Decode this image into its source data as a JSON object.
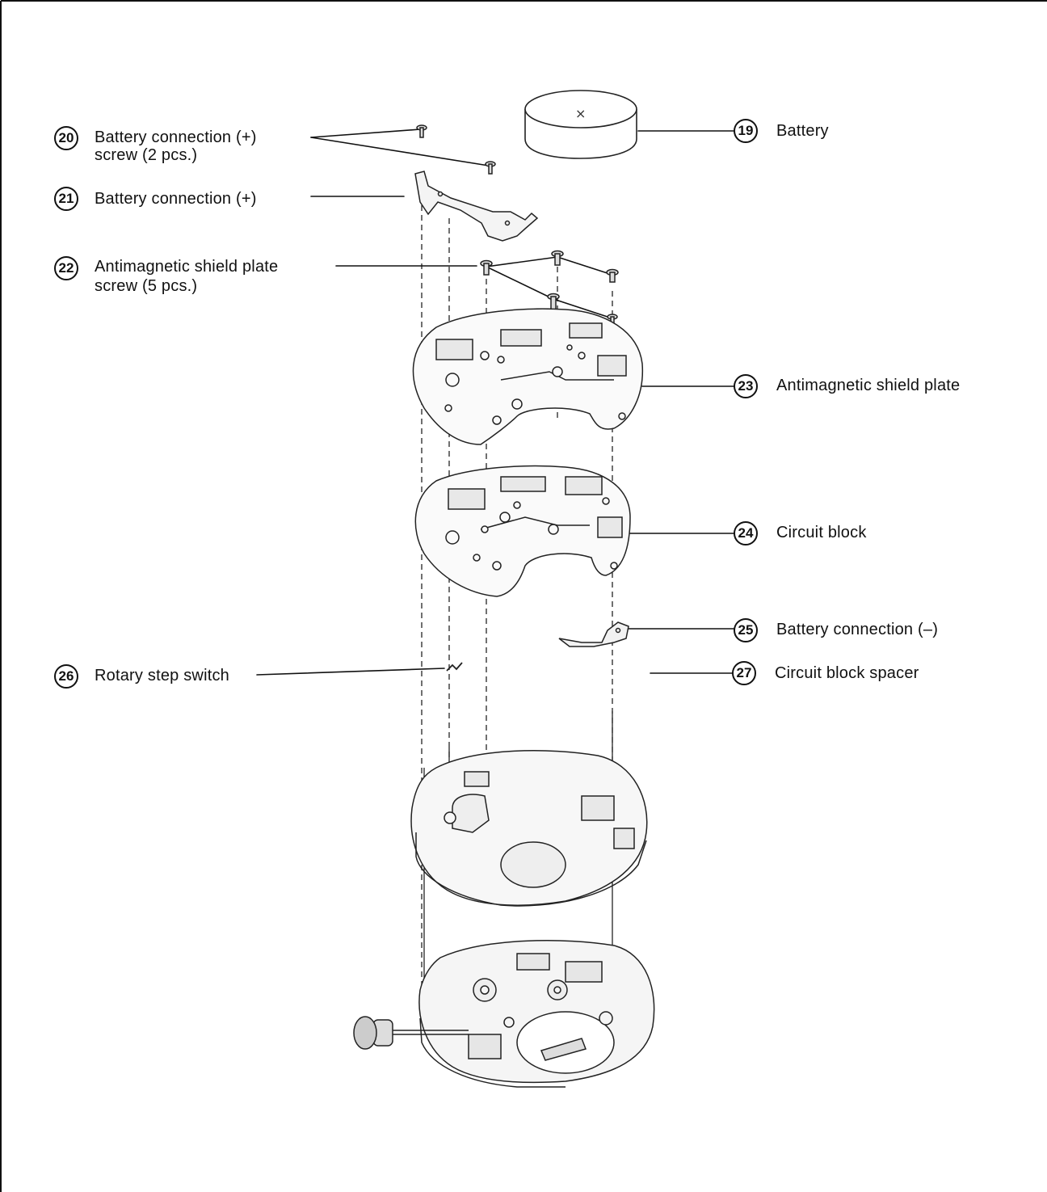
{
  "parts": [
    {
      "id": "p20",
      "number": "20",
      "label": "Battery connection (+)",
      "label2": "screw (2 pcs.)"
    },
    {
      "id": "p19",
      "number": "19",
      "label": "Battery"
    },
    {
      "id": "p21",
      "number": "21",
      "label": "Battery connection (+)"
    },
    {
      "id": "p22",
      "number": "22",
      "label": "Antimagnetic shield plate",
      "label2": "screw (5 pcs.)"
    },
    {
      "id": "p23",
      "number": "23",
      "label": "Antimagnetic shield plate"
    },
    {
      "id": "p24",
      "number": "24",
      "label": "Circuit block"
    },
    {
      "id": "p25",
      "number": "25",
      "label": "Battery connection (–)"
    },
    {
      "id": "p26",
      "number": "26",
      "label": "Rotary step switch"
    },
    {
      "id": "p27",
      "number": "27",
      "label": "Circuit block spacer"
    }
  ]
}
